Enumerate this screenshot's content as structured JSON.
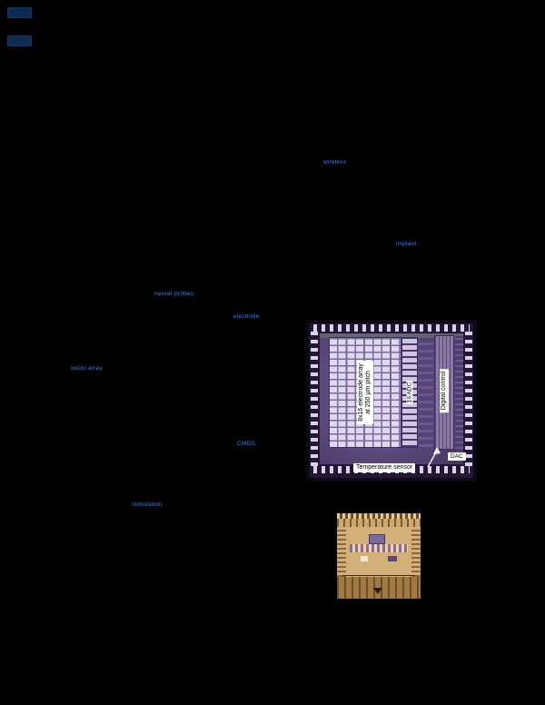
{
  "page": {
    "background": "#000000",
    "link_color": "#2f86ff"
  },
  "links": [
    {
      "text": "wireless"
    },
    {
      "text": "implant"
    },
    {
      "text": "neural"
    },
    {
      "text": "probes"
    },
    {
      "text": "electrode"
    },
    {
      "text": "micro"
    },
    {
      "text": "array"
    },
    {
      "text": "CMOS"
    },
    {
      "text": "stimulation"
    }
  ],
  "chip_figure": {
    "array_label_line1": "8x16 electrode array",
    "array_label_line2": "at 250 µm pitch",
    "adc_label": "16 ADC",
    "digital_control_label": "Digital control",
    "dac_label": "DAC",
    "temperature_label": "Temperature sensor"
  }
}
